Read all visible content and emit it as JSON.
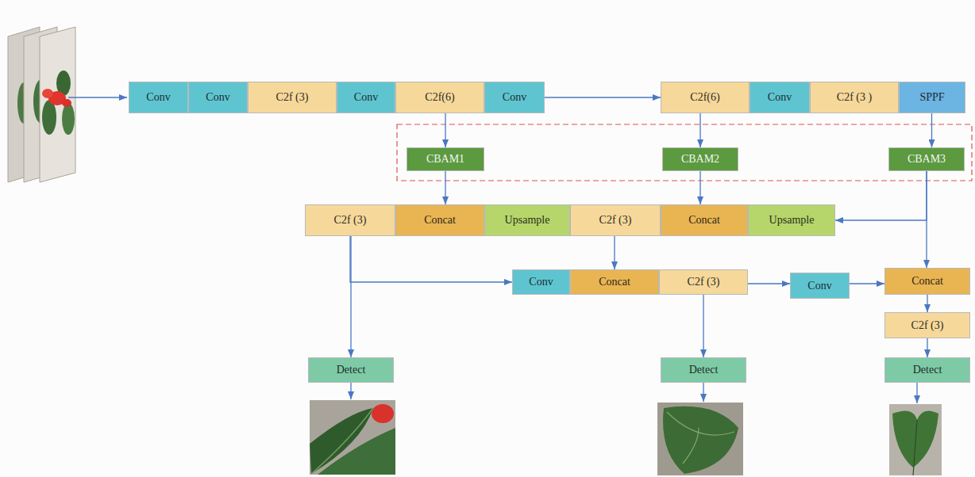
{
  "diagram": {
    "nodes": [
      {
        "text": [
          "Conv"
        ]
      },
      {
        "text": [
          "Conv"
        ]
      },
      {
        "text": [
          "C2f (3)"
        ]
      },
      {
        "text": [
          "Conv"
        ]
      },
      {
        "text": [
          "C2f(6)"
        ]
      },
      {
        "text": [
          "Conv"
        ]
      },
      {
        "text": [
          "C2f(6)"
        ]
      },
      {
        "text": [
          "Conv"
        ]
      },
      {
        "text": [
          "C2f (3 )"
        ]
      },
      {
        "text": [
          "SPPF"
        ]
      },
      {
        "text": [
          "CBAM1"
        ]
      },
      {
        "text": [
          "CBAM2"
        ]
      },
      {
        "text": [
          "CBAM3"
        ]
      },
      {
        "text": [
          "C2f (3)"
        ]
      },
      {
        "text": [
          "Concat"
        ]
      },
      {
        "text": [
          "Upsample"
        ]
      },
      {
        "text": [
          "C2f (3)"
        ]
      },
      {
        "text": [
          "Concat"
        ]
      },
      {
        "text": [
          "Upsample"
        ]
      },
      {
        "text": [
          "Conv"
        ]
      },
      {
        "text": [
          "Concat"
        ]
      },
      {
        "text": [
          "C2f (3)"
        ]
      },
      {
        "text": [
          "Conv"
        ]
      },
      {
        "text": [
          "Concat"
        ]
      },
      {
        "text": [
          "C2f (3)"
        ]
      },
      {
        "text": [
          "Detect"
        ]
      },
      {
        "text": [
          "Detect"
        ]
      },
      {
        "text": [
          "Detect"
        ]
      }
    ],
    "edges": [
      {
        "from": 5,
        "to": 6,
        "arrow": "to"
      },
      {
        "from": 4,
        "to": 10,
        "arrow": "to"
      },
      {
        "from": 6,
        "to": 11,
        "arrow": "to"
      },
      {
        "from": 9,
        "to": 12,
        "arrow": "to"
      },
      {
        "from": 10,
        "to": 14,
        "arrow": "to"
      },
      {
        "from": 11,
        "to": 17,
        "arrow": "to"
      },
      {
        "from": 12,
        "to": 18,
        "arrow": "to"
      },
      {
        "from": 12,
        "to": 23,
        "arrow": "to"
      },
      {
        "from": 13,
        "to": 25,
        "arrow": "to"
      },
      {
        "from": 13,
        "to": 19,
        "arrow": "to"
      },
      {
        "from": 16,
        "to": 20,
        "arrow": "to"
      },
      {
        "from": 21,
        "to": 26,
        "arrow": "to"
      },
      {
        "from": 21,
        "to": 22,
        "arrow": "to"
      },
      {
        "from": 22,
        "to": 23,
        "arrow": "to"
      },
      {
        "from": 23,
        "to": 24,
        "arrow": "to"
      },
      {
        "from": 24,
        "to": 27,
        "arrow": "to"
      }
    ]
  }
}
